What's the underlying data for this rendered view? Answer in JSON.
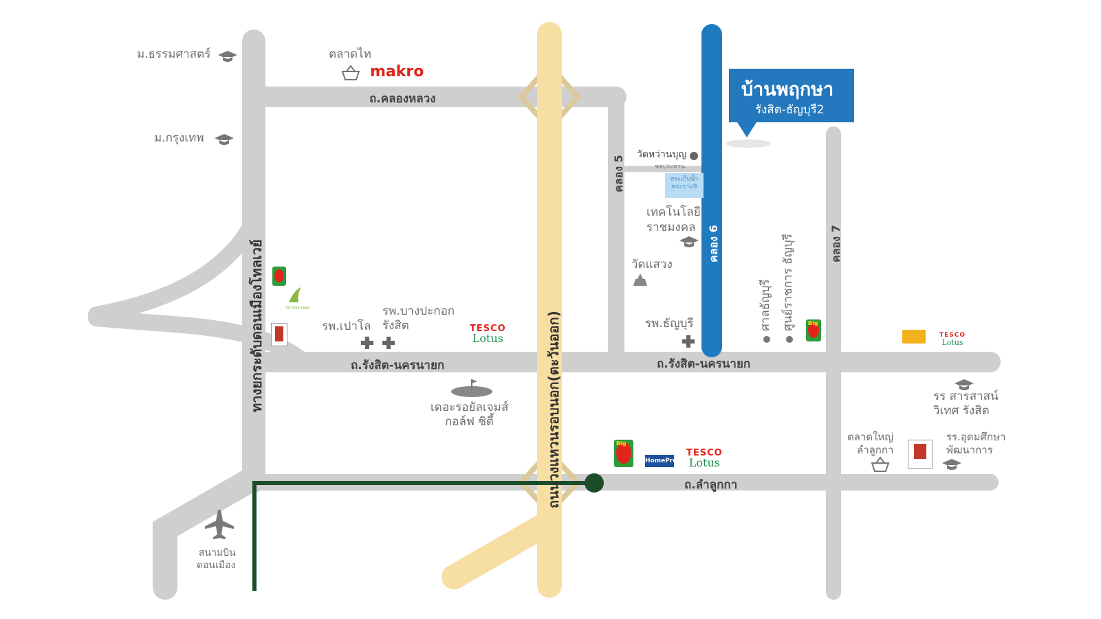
{
  "project": {
    "name": "บ้านพฤกษา",
    "subtitle": "รังสิต-ธัญบุรี2",
    "color": "#2378be"
  },
  "roads": {
    "khlong_luang": "ถ.คลองหลวง",
    "rangsit_nakhonnayok_left": "ถ.รังสิต-นครนายก",
    "rangsit_nakhonnayok_right": "ถ.รังสิต-นครนายก",
    "lam_luk_ka": "ถ.ลำลูกกา",
    "don_mueang_tollway": "ทางยกระดับดอนเมืองโทลเวย์",
    "outer_ring_road": "ถนนวงแหวนรอบนอก(ตะวันออก)",
    "khlong_5": "คลอง 5",
    "khlong_6": "คลอง 6",
    "khlong_7": "คลอง 7",
    "small_road": "ชลประทาน"
  },
  "landmarks": {
    "thammasat": "ม.ธรรมศาสตร์",
    "talad_thai": "ตลาดไท",
    "makro": "makro",
    "bangkok_univ": "ม.กรุงเทพ",
    "wat_pha_wan_boon": "วัดหว่านบุญ",
    "water_park": "สระเก็บน้ำ พระราม9",
    "rmutt_1": "เทคโนโลยี",
    "rmutt_2": "ราชมงคล",
    "wat_saeng": "วัดแสวง",
    "court": "ศาลธัญบุรี",
    "govt_center": "ศูนย์ราชการ ธัญบุรี",
    "paolo_hospital": "รพ.เปาโล",
    "bangpakok_hospital_1": "รพ.บางปะกอก",
    "bangpakok_hospital_2": "รังสิต",
    "thanyaburi_hospital": "รพ.ธัญบุรี",
    "golf_1": "เดอะรอยัลเจมส์",
    "golf_2": "กอล์ฟ ซิตี้",
    "airport_1": "สนามบิน",
    "airport_2": "ดอนเมือง",
    "sarasas_1": "รร สารสาสน์",
    "sarasas_2": "วิเทศ รังสิต",
    "lam_luk_ka_market_1": "ตลาดใหญ่",
    "lam_luk_ka_market_2": "ลำลูกกา",
    "udom_school_1": "รร.อุดมศึกษา",
    "udom_school_2": "พัฒนาการ"
  },
  "brands": {
    "tesco_1": "TESCO",
    "tesco_2": "Lotus",
    "homepro": "HomePro",
    "bigc_label": "Big",
    "future_park": "FUTURE PARK"
  },
  "colors": {
    "road": "#cfcfcf",
    "ring_road": "#f7dea3",
    "khlong6": "#1e7bc0",
    "green_line": "#1c4d2a",
    "interchange": "#dcc99a"
  }
}
